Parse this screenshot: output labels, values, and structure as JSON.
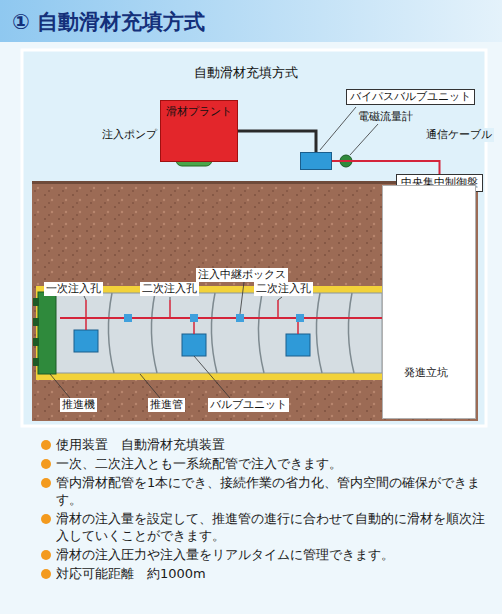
{
  "diagram": {
    "title": "① 自動滑材充填方式",
    "nodes": [
      {
        "text": [
          "滑材プラント"
        ]
      },
      {
        "text": [
          "バイパスバルブユニット"
        ]
      },
      {
        "text": [
          "中央集中制御盤"
        ]
      },
      {
        "text": [
          "発進立坑"
        ]
      }
    ],
    "edges": [
      {
        "from": 0,
        "to": 1,
        "arrow": "none"
      },
      {
        "from": 1,
        "to": 2,
        "arrow": "none"
      }
    ],
    "labels": [
      "自動滑材充填方式",
      "注入ポンプ",
      "電磁流量計",
      "通信ケーブル",
      "注入中継ボックス",
      "一次注入孔",
      "二次注入孔",
      "二次注入孔",
      "推進機",
      "推進管",
      "バルブユニット",
      "使用装置　自動滑材充填装置",
      "一次、二次注入とも一系統配管で注入できます。",
      "管内滑材配管を1本にでき、接続作業の省力化、管内空間の確保ができます。",
      "滑材の注入量を設定して、推進管の進行に合わせて自動的に滑材を順次注入していくことができます。",
      "滑材の注入圧力や注入量をリアルタイムに管理できます。",
      "対応可能距離　約1000m"
    ]
  }
}
